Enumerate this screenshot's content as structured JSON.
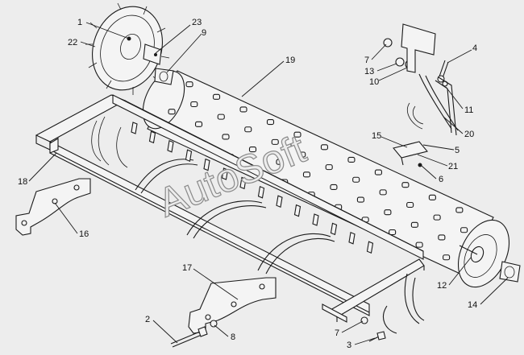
{
  "watermark": "AutoSoft",
  "callouts": {
    "c1": "1",
    "c22": "22",
    "c23": "23",
    "c9": "9",
    "c19": "19",
    "c7a": "7",
    "c13": "13",
    "c10": "10",
    "c4": "4",
    "c11": "11",
    "c20": "20",
    "c15": "15",
    "c5": "5",
    "c21": "21",
    "c6": "6",
    "c18": "18",
    "c16": "16",
    "c12": "12",
    "c14": "14",
    "c17": "17",
    "c2": "2",
    "c8": "8",
    "c7b": "7",
    "c3": "3"
  },
  "colors": {
    "background": "#ededed",
    "ink": "#1a1a1a",
    "watermark_outline": "#8a8a8a"
  }
}
